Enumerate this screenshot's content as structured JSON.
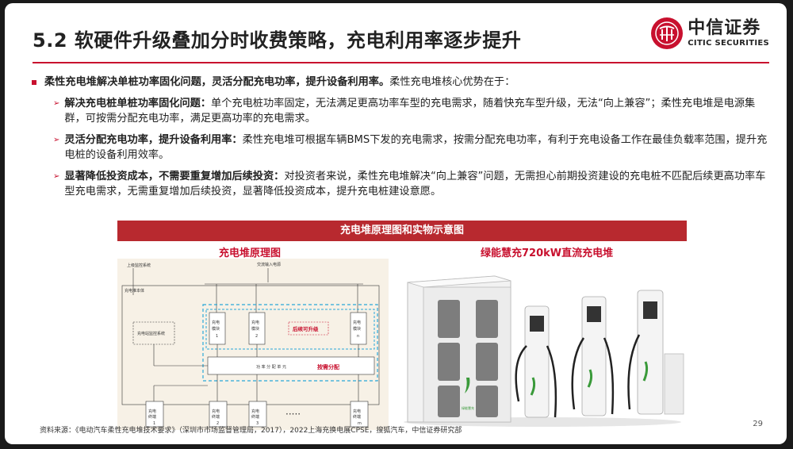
{
  "title": "5.2 软硬件升级叠加分时收费策略，充电利用率逐步提升",
  "logo": {
    "cn": "中信证券",
    "en": "CITIC SECURITIES"
  },
  "main_bullet": {
    "bold": "柔性充电堆解决单桩功率固化问题，灵活分配充电功率，提升设备利用率。",
    "normal": "柔性充电堆核心优势在于："
  },
  "subs": [
    {
      "bold": "解决充电桩单桩功率固化问题：",
      "text": "单个充电桩功率固定，无法满足更高功率车型的充电需求，随着快充车型升级，无法“向上兼容”；柔性充电堆是电源集群，可按需分配充电功率，满足更高功率的充电需求。"
    },
    {
      "bold": "灵活分配充电功率，提升设备利用率：",
      "text": "柔性充电堆可根据车辆BMS下发的充电需求，按需分配充电功率，有利于充电设备工作在最佳负载率范围，提升充电桩的设备利用效率。"
    },
    {
      "bold": "显著降低投资成本，不需要重复增加后续投资：",
      "text": "对投资者来说，柔性充电堆解决“向上兼容”问题，无需担心前期投资建设的充电桩不匹配后续更高功率车型充电需求，无需重复增加后续投资，显著降低投资成本，提升充电桩建设意愿。"
    }
  ],
  "figure": {
    "header": "充电堆原理图和实物示意图",
    "left_title": "充电堆原理图",
    "right_title": "绿能慧充720kW直流充电堆",
    "diagram": {
      "top_label_1": "上级监控系统",
      "top_label_2": "交流输入电源",
      "stack_body": "充电堆本体",
      "monitor": "充电站监控系统",
      "module_1_a": "充电",
      "module_1_b": "模块",
      "module_1_c": "1",
      "module_2_c": "2",
      "module_n_c": "n",
      "upgrade": "后续可升级",
      "power_unit": "功 率 分 配 单 元",
      "on_demand": "按需分配",
      "term_a": "充电",
      "term_b": "终端",
      "term_1": "1",
      "term_2": "2",
      "term_3": "3",
      "term_m": "m",
      "dots": "·····"
    },
    "photo_text": "绿能慧充"
  },
  "source": "资料来源：《电动汽车柔性充电堆技术要求》（深圳市市场监督管理局，2017），2022上海充换电展CPSE，搜狐汽车，中信证券研究部",
  "page_number": "29",
  "colors": {
    "accent": "#c8102e",
    "header_bar": "#b8292f",
    "dashed_box": "#2aa8d8"
  }
}
